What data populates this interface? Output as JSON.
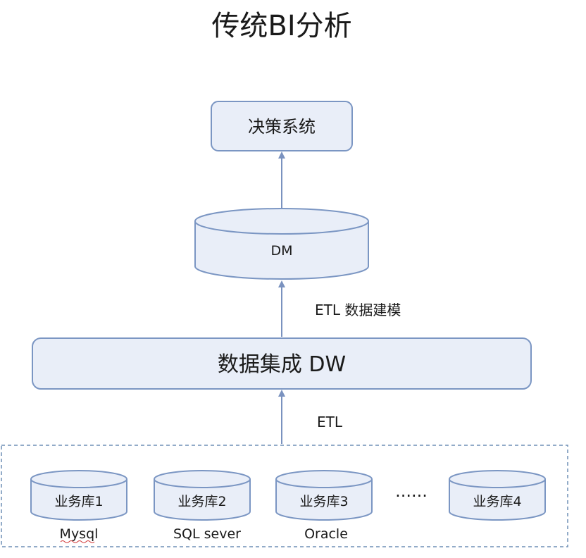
{
  "title": "传统BI分析",
  "colors": {
    "fill": "#e9eef8",
    "stroke": "#7b96c3",
    "arrow": "#7a92bf",
    "dashed": "#6f8fb5",
    "text": "#1a1a1a"
  },
  "nodes": {
    "decision": "决策系统",
    "dm": "DM",
    "dw": "数据集成 DW"
  },
  "edges": {
    "etl_modeling": "ETL  数据建模",
    "etl": "ETL"
  },
  "sources": [
    {
      "name": "业务库1",
      "caption": "Mysql"
    },
    {
      "name": "业务库2",
      "caption": "SQL sever"
    },
    {
      "name": "业务库3",
      "caption": "Oracle"
    },
    {
      "name": "业务库4",
      "caption": ""
    }
  ],
  "ellipsis": "······"
}
